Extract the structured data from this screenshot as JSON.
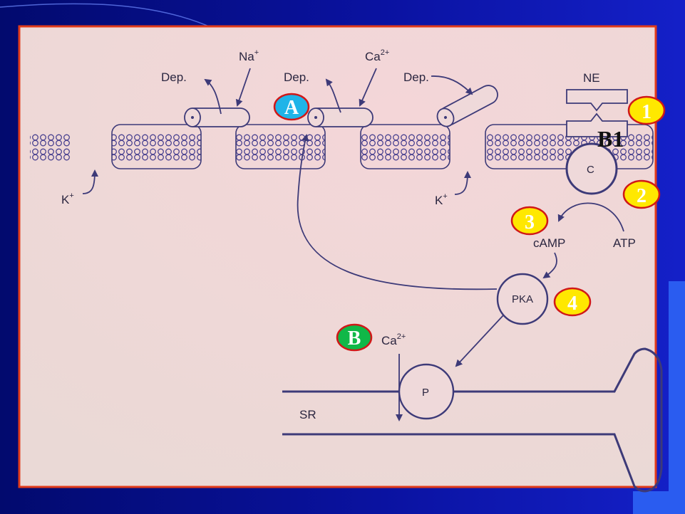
{
  "labels": {
    "na_ion": "Na",
    "na_sup": "+",
    "ca_ion": "Ca",
    "ca_sup": "2+",
    "dep_1": "Dep.",
    "dep_2": "Dep.",
    "dep_3": "Dep.",
    "k_left": "K",
    "k_left_sup": "+",
    "k_right": "K",
    "k_right_sup": "+",
    "ne": "NE",
    "b1": "B1",
    "c_enzyme": "C",
    "camp": "cAMP",
    "atp": "ATP",
    "pka": "PKA",
    "p_protein": "P",
    "ca_sr": "Ca",
    "ca_sr_sup": "2+",
    "sr": "SR"
  },
  "badges": {
    "a": "A",
    "b": "B",
    "n1": "1",
    "n2": "2",
    "n3": "3",
    "n4": "4"
  },
  "colors": {
    "slide_background": "#0a12a0",
    "frame_border": "#e03a1a",
    "paper": "#efd9da",
    "ink": "#3d3a78",
    "badge_yellow": "#ffe800",
    "badge_cyan": "#1fb4e8",
    "badge_green": "#10b848",
    "badge_outline": "#d01818"
  }
}
